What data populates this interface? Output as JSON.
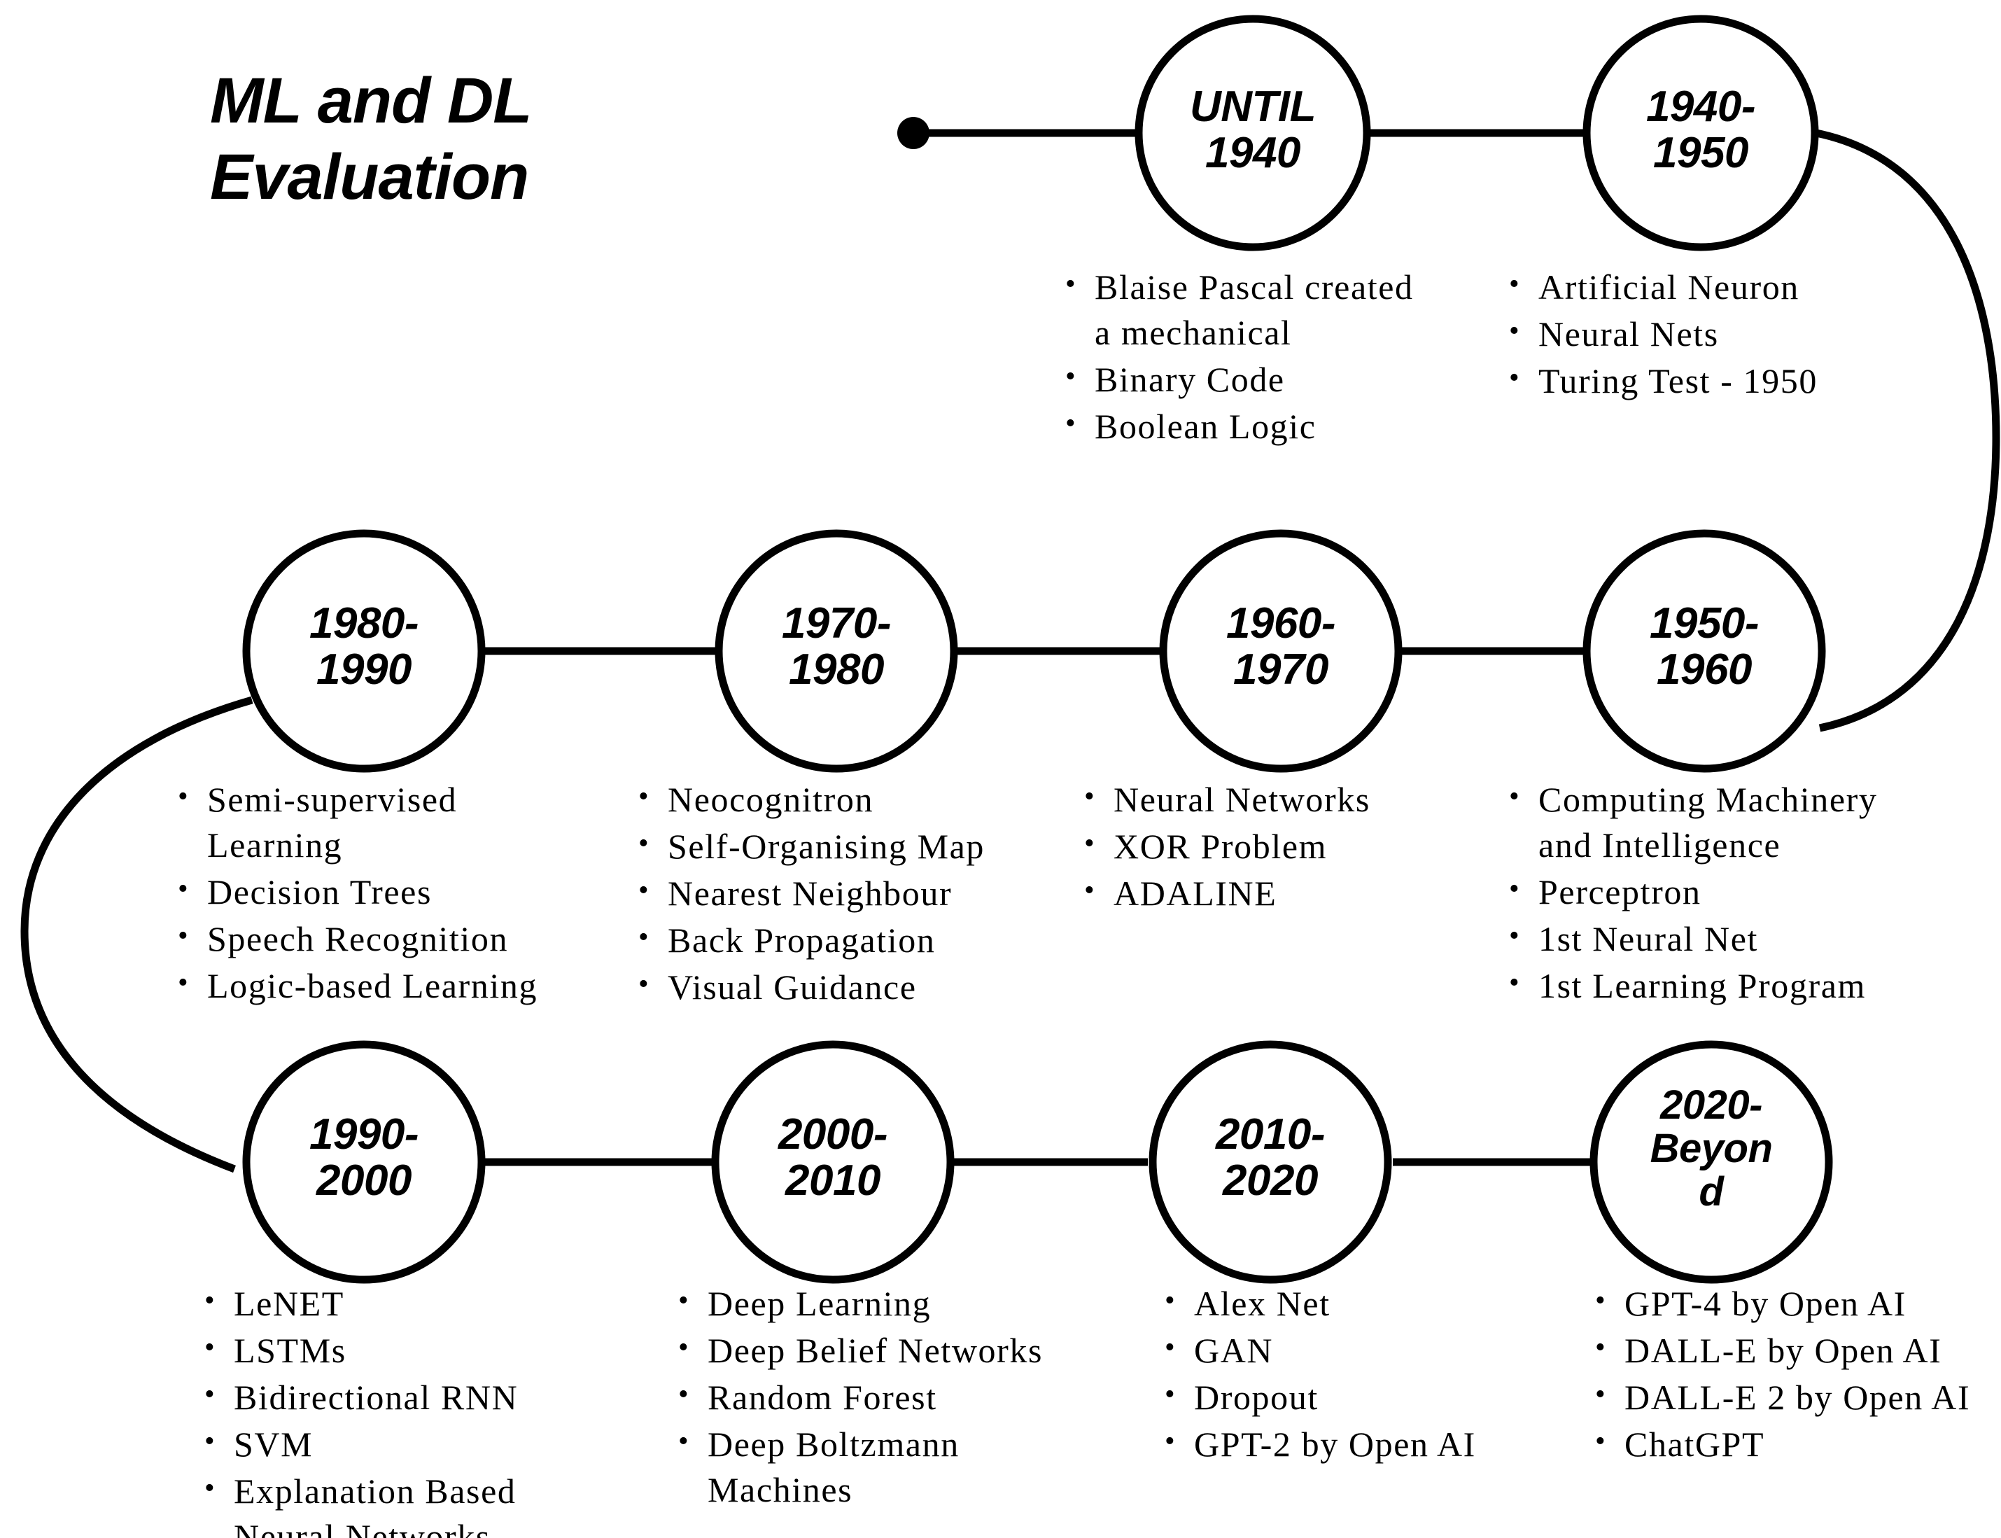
{
  "title": {
    "line1": "ML and DL",
    "line2": "Evaluation"
  },
  "colors": {
    "stroke": "#000000",
    "background": "#ffffff",
    "text": "#000000"
  },
  "start_marker": {
    "name": "timeline-start-dot"
  },
  "nodes": [
    {
      "id": "until-1940",
      "label_line1": "UNTIL",
      "label_line2": "1940",
      "bullets": [
        "Blaise Pascal created\na mechanical",
        "Binary Code",
        "Boolean Logic"
      ]
    },
    {
      "id": "1940-1950",
      "label_line1": "1940-",
      "label_line2": "1950",
      "bullets": [
        "Artificial Neuron",
        "Neural Nets",
        "Turing Test - 1950"
      ]
    },
    {
      "id": "1950-1960",
      "label_line1": "1950-",
      "label_line2": "1960",
      "bullets": [
        "Computing Machinery\nand Intelligence",
        "Perceptron",
        "1st Neural Net",
        "1st Learning Program"
      ]
    },
    {
      "id": "1960-1970",
      "label_line1": "1960-",
      "label_line2": "1970",
      "bullets": [
        "Neural Networks",
        "XOR Problem",
        "ADALINE"
      ]
    },
    {
      "id": "1970-1980",
      "label_line1": "1970-",
      "label_line2": "1980",
      "bullets": [
        "Neocognitron",
        "Self-Organising Map",
        "Nearest Neighbour",
        "Back Propagation",
        "Visual Guidance"
      ]
    },
    {
      "id": "1980-1990",
      "label_line1": "1980-",
      "label_line2": "1990",
      "bullets": [
        "Semi-supervised\nLearning",
        "Decision Trees",
        "Speech Recognition",
        "Logic-based Learning"
      ]
    },
    {
      "id": "1990-2000",
      "label_line1": "1990-",
      "label_line2": "2000",
      "bullets": [
        "LeNET",
        "LSTMs",
        "Bidirectional RNN",
        "SVM",
        "Explanation Based\nNeural Networks"
      ]
    },
    {
      "id": "2000-2010",
      "label_line1": "2000-",
      "label_line2": "2010",
      "bullets": [
        "Deep Learning",
        "Deep Belief Networks",
        "Random Forest",
        "Deep Boltzmann\nMachines"
      ]
    },
    {
      "id": "2010-2020",
      "label_line1": "2010-",
      "label_line2": "2020",
      "bullets": [
        "Alex Net",
        "GAN",
        "Dropout",
        "GPT-2 by Open AI"
      ]
    },
    {
      "id": "2020-beyond",
      "label_line1": "2020-",
      "label_line2": "Beyon",
      "label_line3": "d",
      "bullets": [
        "GPT-4 by Open AI",
        "DALL-E by Open AI",
        "DALL-E 2 by Open AI",
        "ChatGPT"
      ]
    }
  ]
}
